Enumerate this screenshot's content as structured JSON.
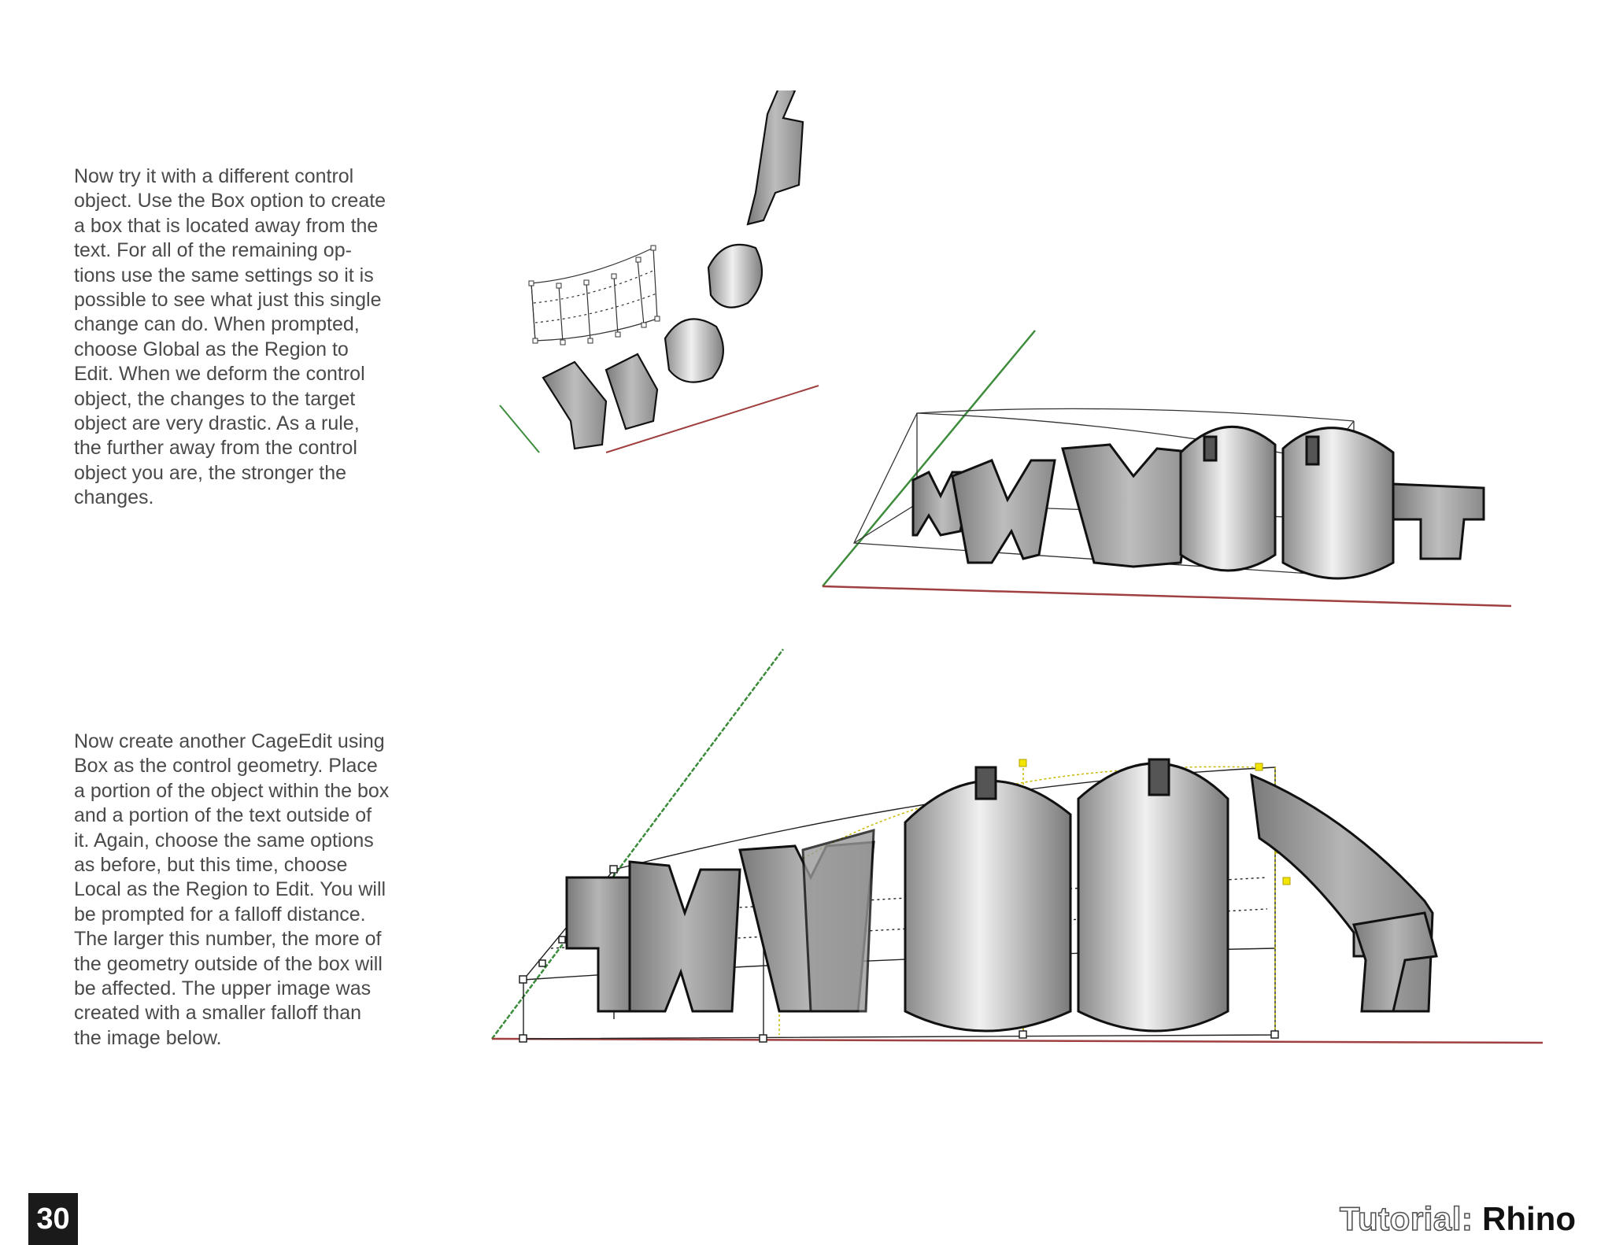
{
  "content": {
    "paragraph_1": "Now try it with a different control\nobject. Use the Box option to create\na box that is located away from the\ntext. For all of the remaining op-\ntions use the same settings so it is\npossible to see what just this single\nchange can do. When prompted,\nchoose Global as the Region to\nEdit. When we deform the control\nobject, the changes to the target\nobject are very drastic. As a rule,\nthe further away from the control\nobject you are, the stronger the\nchanges.",
    "paragraph_2": "Now create another CageEdit using\nBox as the control geometry. Place\na portion of the object within the box\nand a portion of the text outside of\nit. Again, choose the same options\nas before, but this time, choose\nLocal as the Region to Edit. You will\nbe prompted for a falloff distance.\nThe larger this number, the more of\nthe geometry outside of the box will\nbe affected. The upper image was\ncreated with a smaller falloff than\nthe image below."
  },
  "footer": {
    "page_number": "30",
    "title_prefix": "Tutorial:",
    "title_subject": "Rhino"
  },
  "colors": {
    "axis_green": "#3c8c3c",
    "axis_red": "#a04040",
    "control_point_yellow": "#f2e600",
    "footer_block": "#1a1a1a"
  },
  "figures": {
    "upper": {
      "icons": [
        "rhino-viewport-render",
        "control-cage-grid",
        "axis-lines"
      ]
    },
    "lower": {
      "icons": [
        "rhino-viewport-render",
        "control-box-points",
        "axis-lines"
      ]
    }
  }
}
